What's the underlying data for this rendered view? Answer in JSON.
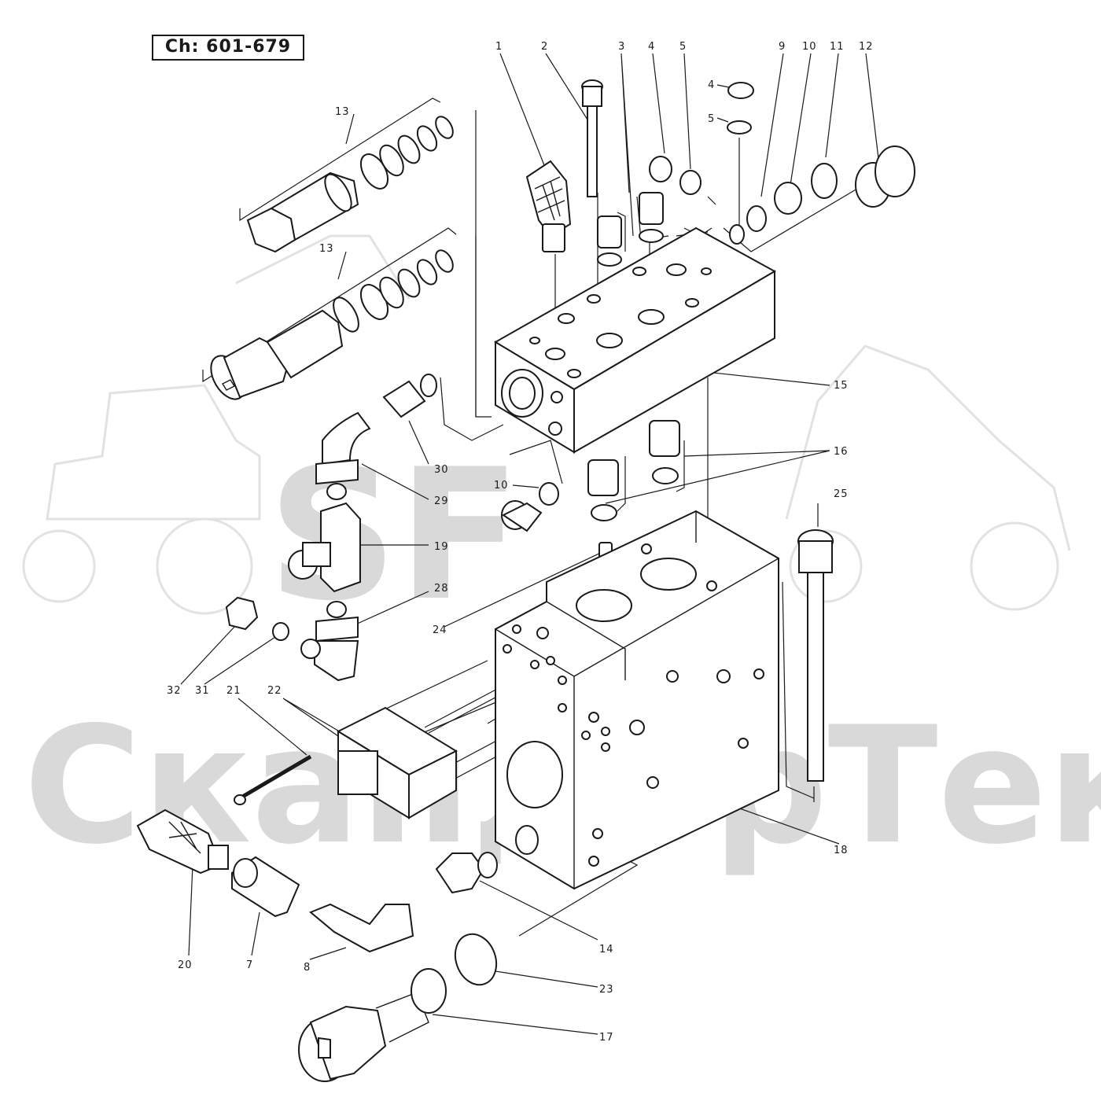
{
  "chassis_label": "Ch: 601-679",
  "watermark": {
    "logo": "SF",
    "brand": "СкандорТек"
  },
  "callouts": {
    "c1": "1",
    "c2": "2",
    "c3": "3",
    "c4a": "4",
    "c5a": "5",
    "c9": "9",
    "c10a": "10",
    "c11": "11",
    "c12": "12",
    "c4b": "4",
    "c5b": "5",
    "c13a": "13",
    "c13b": "13",
    "c15": "15",
    "c16": "16",
    "c30": "30",
    "c29": "29",
    "c10b": "10",
    "c25": "25",
    "c19": "19",
    "c28": "28",
    "c24": "24",
    "c32": "32",
    "c31": "31",
    "c21": "21",
    "c22": "22",
    "c18": "18",
    "c20": "20",
    "c7": "7",
    "c8": "8",
    "c14": "14",
    "c23": "23",
    "c17": "17"
  }
}
